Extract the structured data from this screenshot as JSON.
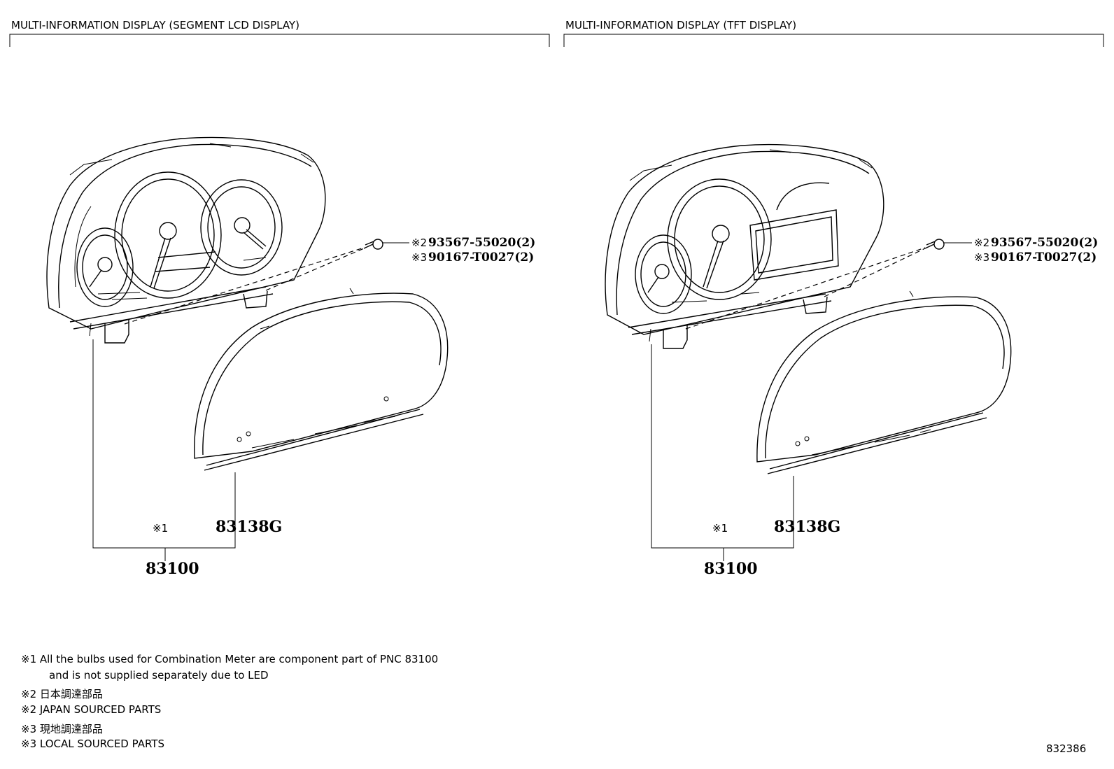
{
  "panels": [
    {
      "id": "left",
      "title": "MULTI-INFORMATION DISPLAY (SEGMENT LCD DISPLAY)",
      "screw_callouts": [
        {
          "mark": "※2",
          "part": "93567-55020(2)"
        },
        {
          "mark": "※3",
          "part": "90167-T0027(2)"
        }
      ],
      "lens_part": "83138G",
      "note_mark": "※1",
      "assembly_part": "83100"
    },
    {
      "id": "right",
      "title": "MULTI-INFORMATION DISPLAY (TFT DISPLAY)",
      "screw_callouts": [
        {
          "mark": "※2",
          "part": "93567-55020(2)"
        },
        {
          "mark": "※3",
          "part": "90167-T0027(2)"
        }
      ],
      "lens_part": "83138G",
      "note_mark": "※1",
      "assembly_part": "83100"
    }
  ],
  "notes": [
    "※1  All the bulbs used for Combination Meter are component part of PNC 83100",
    "and is not supplied separately due to LED",
    "※2 日本調達部品",
    "※2 JAPAN SOURCED PARTS",
    "※3 現地調達部品",
    "※3 LOCAL SOURCED PARTS"
  ],
  "figure_number": "832386"
}
